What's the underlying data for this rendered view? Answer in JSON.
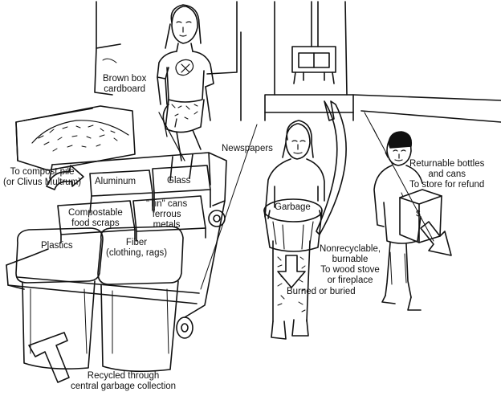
{
  "labels": {
    "brown_box": "Brown box\ncardboard",
    "newspapers": "Newspapers",
    "compost": "To compost pile\n(or Clivus Multrum)",
    "aluminum": "Aluminum",
    "glass": "Glass",
    "compostable": "Compostable\nfood scraps",
    "tin": "\"Tin\" cans\nferrous\nmetals",
    "plastics": "Plastics",
    "fiber": "Fiber\n(clothing, rags)",
    "recycled": "Recycled through\ncentral garbage collection",
    "garbage": "Garbage",
    "nonrecyclable": "Nonrecyclable,\nburnable\nTo wood stove\nor fireplace",
    "burned": "Burned or buried",
    "returnable": "Returnable bottles\nand cans\nTo store for refund",
    "bottle_tag": "$"
  }
}
